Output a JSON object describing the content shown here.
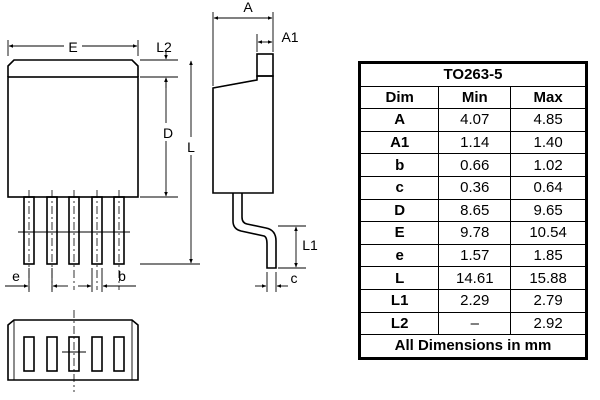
{
  "drawing": {
    "labels": {
      "E": "E",
      "L2": "L2",
      "D": "D",
      "L": "L",
      "e": "e",
      "b": "b",
      "A": "A",
      "A1": "A1",
      "L1": "L1",
      "c": "c"
    }
  },
  "table": {
    "title": "TO263-5",
    "headers": [
      "Dim",
      "Min",
      "Max"
    ],
    "rows": [
      {
        "dim": "A",
        "min": "4.07",
        "max": "4.85"
      },
      {
        "dim": "A1",
        "min": "1.14",
        "max": "1.40"
      },
      {
        "dim": "b",
        "min": "0.66",
        "max": "1.02"
      },
      {
        "dim": "c",
        "min": "0.36",
        "max": "0.64"
      },
      {
        "dim": "D",
        "min": "8.65",
        "max": "9.65"
      },
      {
        "dim": "E",
        "min": "9.78",
        "max": "10.54"
      },
      {
        "dim": "e",
        "min": "1.57",
        "max": "1.85"
      },
      {
        "dim": "L",
        "min": "14.61",
        "max": "15.88"
      },
      {
        "dim": "L1",
        "min": "2.29",
        "max": "2.79"
      },
      {
        "dim": "L2",
        "min": "–",
        "max": "2.92"
      }
    ],
    "footer": "All Dimensions in mm"
  }
}
